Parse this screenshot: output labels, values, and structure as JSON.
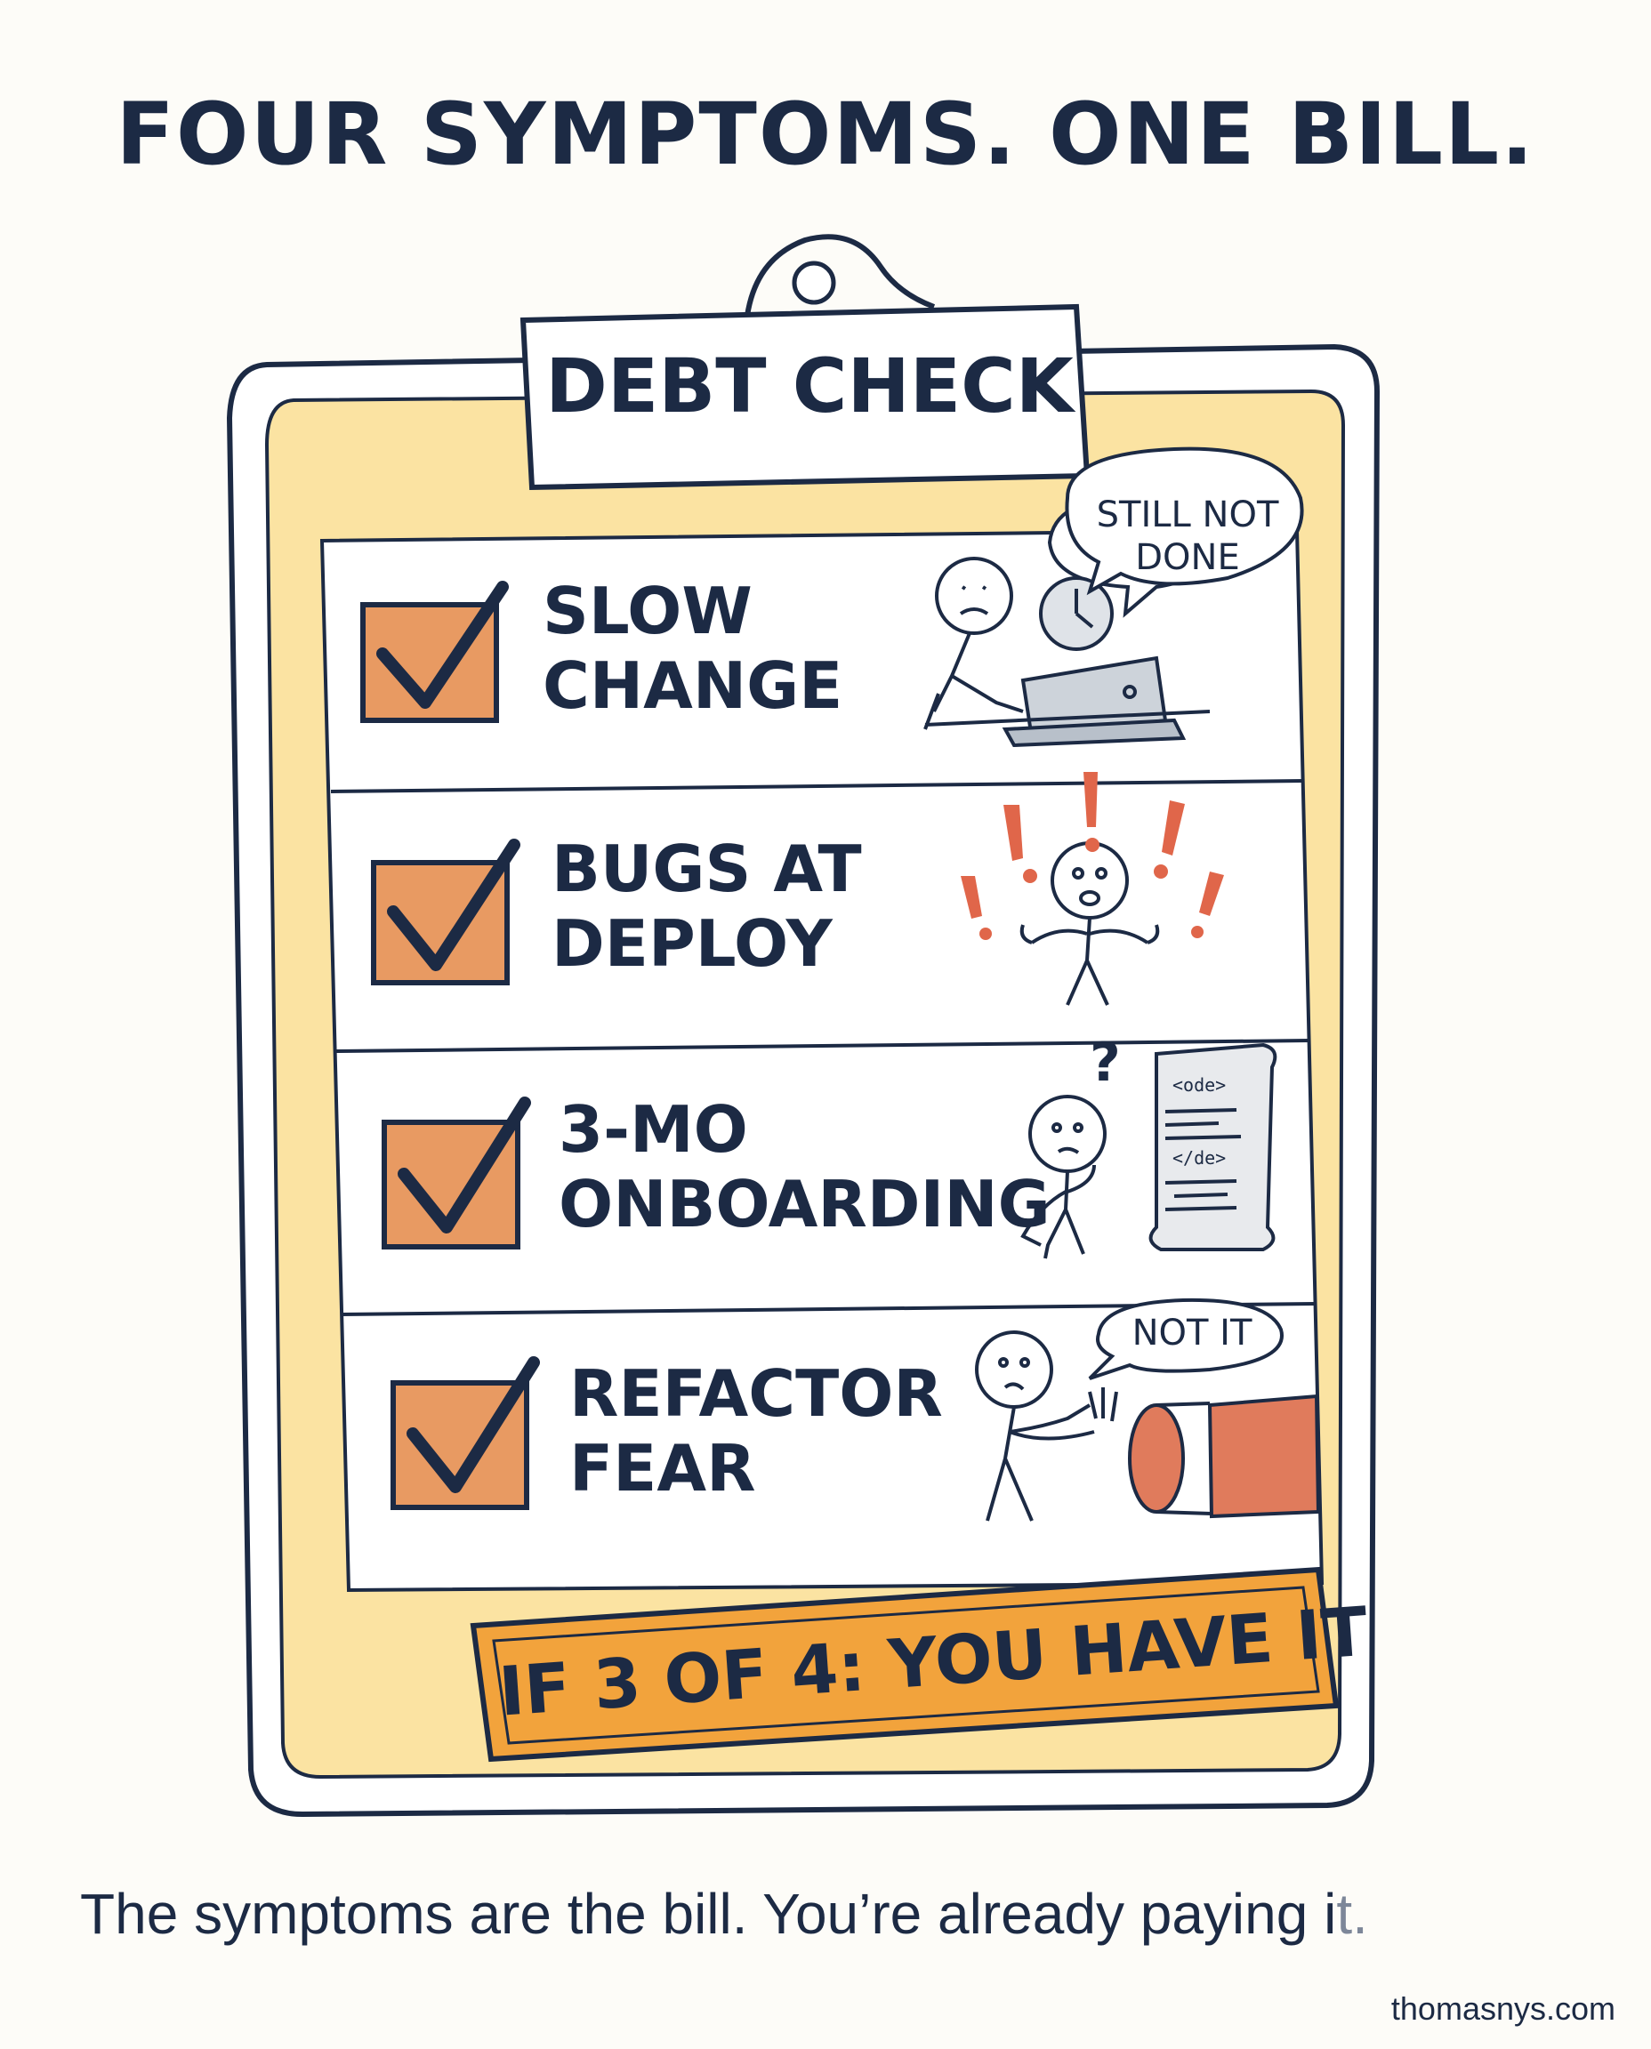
{
  "title": "FOUR SYMPTOMS. ONE BILL.",
  "clipboard": {
    "header": "DEBT CHECK",
    "rows": [
      {
        "line1": "SLOW",
        "line2": "CHANGE",
        "checked": true,
        "bubble": [
          "STILL NOT",
          "DONE"
        ],
        "icon": "person-laptop-clock-icon"
      },
      {
        "line1": "BUGS AT",
        "line2": "DEPLOY",
        "checked": true,
        "bubble": [],
        "icon": "person-exclamations-icon"
      },
      {
        "line1": "3-MO",
        "line2": "ONBOARDING",
        "checked": true,
        "bubble": [],
        "icon": "person-code-scroll-icon",
        "code_top": "<ode>",
        "code_bottom": "</de>"
      },
      {
        "line1": "REFACTOR",
        "line2": "FEAR",
        "checked": true,
        "bubble": [
          "NOT IT"
        ],
        "icon": "person-pipe-icon"
      }
    ],
    "banner": "IF 3 OF 4: YOU HAVE IT"
  },
  "caption_main": "The symptoms are the bill. You’re already paying i",
  "caption_tail": "t.",
  "site": "thomasnys.com",
  "colors": {
    "ink": "#1c2a44",
    "board": "#fbe3a2",
    "checkbox": "#e89a62",
    "banner": "#f2a33c",
    "alarm": "#e0664a",
    "pipe": "#e07b5c"
  }
}
